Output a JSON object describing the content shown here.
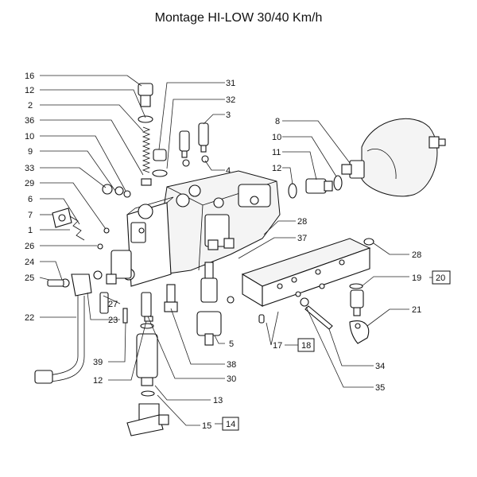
{
  "title": "Montage HI-LOW 30/40 Km/h",
  "watermark": "",
  "callouts": [
    "16",
    "12",
    "2",
    "36",
    "10",
    "9",
    "33",
    "29",
    "6",
    "7",
    "1",
    "26",
    "24",
    "25",
    "22",
    "31",
    "32",
    "3",
    "4",
    "8",
    "10",
    "11",
    "12",
    "28",
    "37",
    "28",
    "19",
    "20",
    "21",
    "27",
    "23",
    "39",
    "12",
    "38",
    "30",
    "5",
    "17",
    "18",
    "34",
    "35",
    "13",
    "15",
    "14"
  ],
  "colors": {
    "line": "#111111",
    "background": "#ffffff",
    "watermark": "#b9b9e0"
  }
}
